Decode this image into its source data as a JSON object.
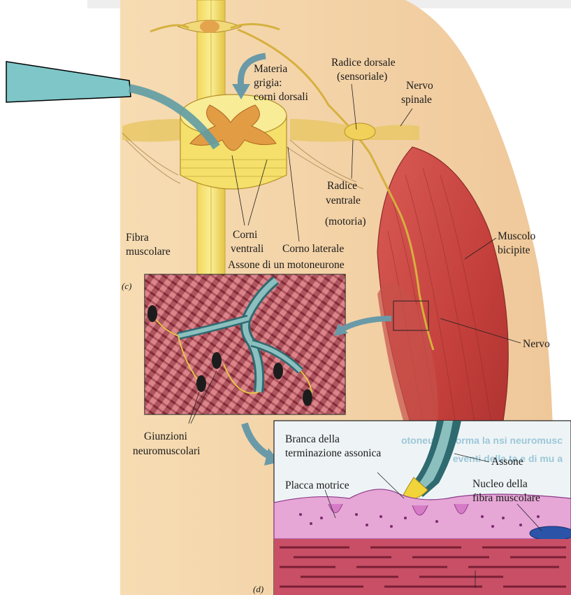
{
  "labels": {
    "materia": "Materia",
    "grigia": "grigia:",
    "corni_dorsali": "corni dorsali",
    "radice_dorsale": "Radice dorsale",
    "sensoriale": "(sensoriale)",
    "nervo_spinale_1": "Nervo",
    "nervo_spinale_2": "spinale",
    "radice_ventrale_1": "Radice",
    "radice_ventrale_2": "ventrale",
    "radice_ventrale_3": "(motoria)",
    "corni_ventrali_1": "Corni",
    "corni_ventrali_2": "ventrali",
    "corno_laterale": "Corno laterale",
    "fibra_muscolare_1": "Fibra",
    "fibra_muscolare_2": "muscolare",
    "assone_motoneurone": "Assone di un motoneurone",
    "muscolo_bicipite_1": "Muscolo",
    "muscolo_bicipite_2": "bicipite",
    "nervo": "Nervo",
    "giunzioni_1": "Giunzioni",
    "giunzioni_2": "neuromuscolari",
    "branca_1": "Branca della",
    "branca_2": "terminazione assonica",
    "assone": "Assone",
    "placca_motrice": "Placca motrice",
    "nucleo_1": "Nucleo della",
    "nucleo_2": "fibra muscolare",
    "panel_c": "(c)",
    "panel_d": "(d)"
  },
  "colors": {
    "callout_fill": "#7ec6c8",
    "skin": "#f3d2a6",
    "muscle": "#c9403e",
    "nerve": "#e8c94a",
    "gray_matter": "#e3a64e",
    "inset_bg": "#eaf3f6"
  },
  "ghost_text": {
    "line1": "otoneuron     forma la       nsi       neuromusc",
    "line2": "eventi della    ta    e di mu      a"
  }
}
